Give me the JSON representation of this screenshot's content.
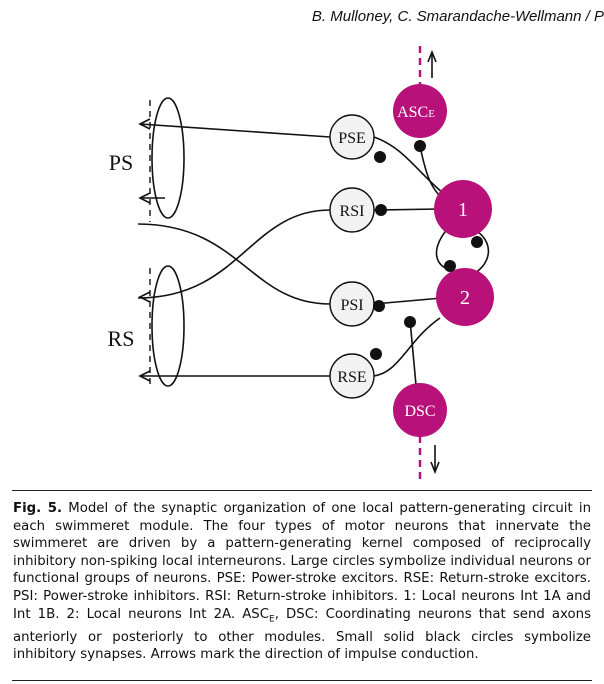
{
  "header": {
    "authors": "B. Mulloney, C. Smarandache-Wellmann / P"
  },
  "figure": {
    "colors": {
      "coordinating_neuron": "#b8127a",
      "dashed_axon": "#b8127a",
      "interneuron_fill": "#f2f2f2",
      "synapse": "#111111"
    },
    "limb_labels": {
      "ps": "PS",
      "rs": "RS"
    },
    "motor_neurons": {
      "pse": "PSE",
      "rsi": "RSI",
      "psi": "PSI",
      "rse": "RSE"
    },
    "kernel_neurons": {
      "n1": "1",
      "n2": "2"
    },
    "coordinating_neurons": {
      "asc_main": "ASC",
      "asc_sub": "E",
      "dsc": "DSC"
    }
  },
  "caption": {
    "label": "Fig. 5.",
    "text": " Model of the synaptic organization of one local pattern-generating circuit in each swimmeret module. The four types of motor neurons that innervate the swimmeret are driven by a pattern-generating kernel composed of reciprocally inhibitory non-spiking local interneurons. Large circles symbolize individual neurons or functional groups of neurons. PSE: Power-stroke excitors. RSE: Return-stroke excitors. PSI: Power-stroke inhibitors. RSI: Return-stroke inhibitors. 1: Local neurons Int 1A and Int 1B. 2: Local neurons Int 2A. ASC",
    "sub": "E",
    "text_end": ", DSC: Coordinating neurons that send axons anteriorly or posteriorly to other modules. Small solid black circles symbolize inhibitory synapses. Arrows mark the direction of impulse conduction."
  }
}
